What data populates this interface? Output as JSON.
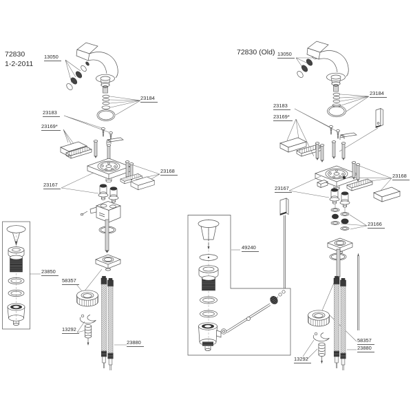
{
  "colors": {
    "background": "#ffffff",
    "line": "#4f4f4f",
    "label": "#2b2b2b",
    "dark_fill": "#333333"
  },
  "left": {
    "title1": "72830",
    "title2": "1-2-2011",
    "labels": {
      "aerator": "13050",
      "washers": "23184",
      "screws": "23183",
      "bracket": "23169*",
      "escutcheon": "23167",
      "bracket2": "23168",
      "drain": "23850",
      "nut": "58357",
      "clip": "13292",
      "hoses": "23880"
    }
  },
  "right": {
    "title": "72830 (Old)",
    "labels": {
      "aerator": "13050",
      "washers": "23184",
      "screws": "23183",
      "bracket": "23169*",
      "escutcheon": "23167",
      "bracket2": "23168",
      "seals": "23166",
      "drain": "49240",
      "nut": "58357",
      "hoses": "23880",
      "clip": "13292"
    }
  }
}
